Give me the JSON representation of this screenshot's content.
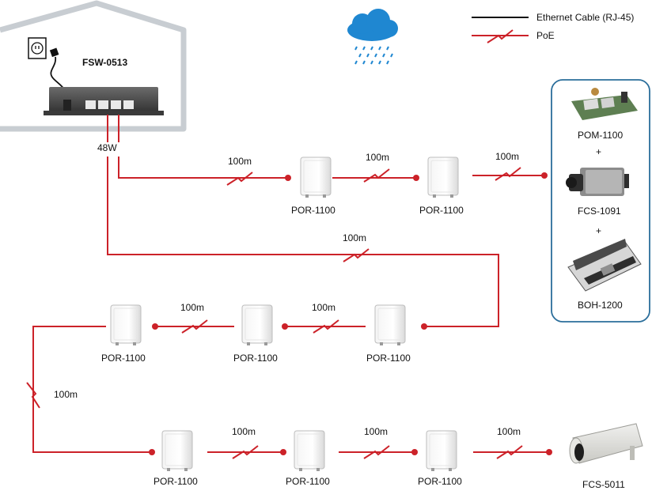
{
  "legend": {
    "ethernet_label": "Ethernet Cable (RJ-45)",
    "poe_label": "PoE"
  },
  "switch": {
    "name": "FSW-0513",
    "budget": "48W"
  },
  "distances": {
    "d1": "100m",
    "d2": "100m",
    "d3": "100m",
    "d4": "100m",
    "d5": "100m",
    "d6": "100m",
    "d7": "100m",
    "d8": "100m",
    "d9": "100m",
    "d10": "100m"
  },
  "repeaters": {
    "r1": "POR-1100",
    "r2": "POR-1100",
    "r3": "POR-1100",
    "r4": "POR-1100",
    "r5": "POR-1100",
    "r6": "POR-1100",
    "r7": "POR-1100",
    "r8": "POR-1100"
  },
  "endpoint_box": {
    "items": [
      "POM-1100",
      "FCS-1091",
      "BOH-1200"
    ],
    "plus": "+"
  },
  "camera_end": "FCS-5011",
  "icons": {
    "outlet": "power-outlet-icon",
    "plug": "plug-icon",
    "weather": "rain-cloud-icon",
    "repeater": "poe-repeater-icon",
    "camera": "camera-icon"
  },
  "colors": {
    "poe": "#cc2229",
    "ethernet": "#111111",
    "house_outline": "#c8cdd2",
    "box_border": "#2b6e9b",
    "cloud": "#1f87d1"
  }
}
